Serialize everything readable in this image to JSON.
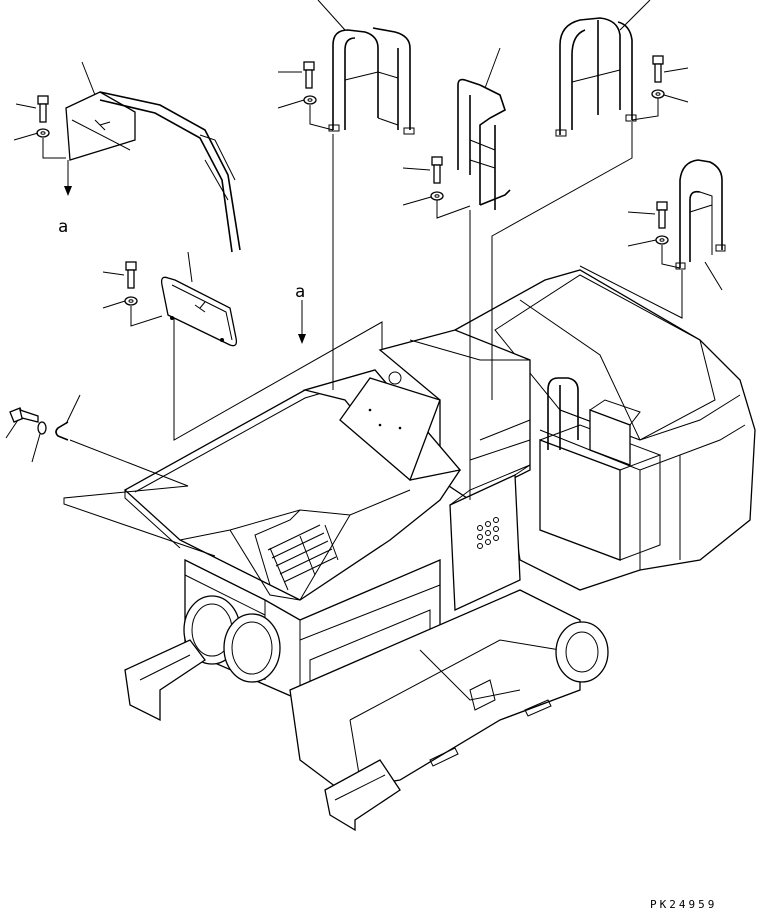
{
  "labels": {
    "callout_a_left": "a",
    "callout_a_center": "a",
    "drawing_number": "PK24959"
  },
  "parts": [
    {
      "id": "handrail-front-left",
      "icon": "handrail-icon"
    },
    {
      "id": "ladder-rail-top-left",
      "icon": "ladder-rail-icon"
    },
    {
      "id": "ladder-rail-middle",
      "icon": "ladder-rail-icon"
    },
    {
      "id": "ladder-rail-top-right",
      "icon": "ladder-rail-icon"
    },
    {
      "id": "handrail-small-right",
      "icon": "handrail-icon"
    },
    {
      "id": "cover-plate",
      "icon": "cover-plate-icon"
    },
    {
      "id": "bolt",
      "icon": "bolt-icon"
    },
    {
      "id": "washer",
      "icon": "washer-icon"
    },
    {
      "id": "clip",
      "icon": "clip-icon"
    }
  ]
}
